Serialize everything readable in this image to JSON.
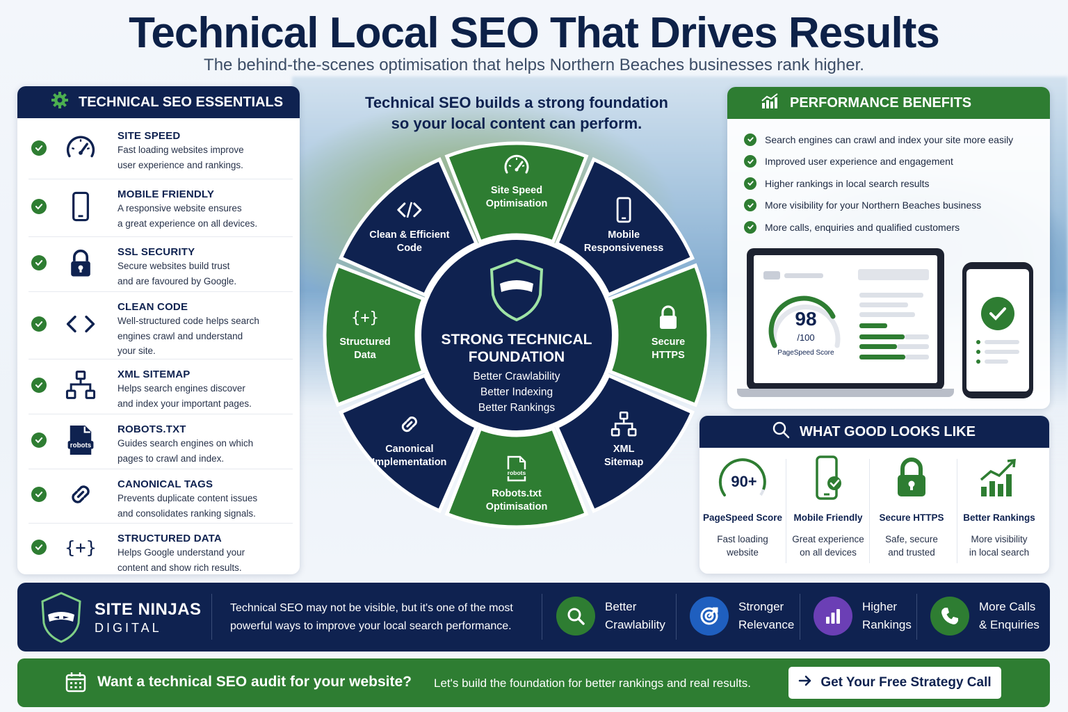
{
  "header": {
    "title": "Technical Local SEO That Drives Results",
    "subtitle": "The behind-the-scenes optimisation that helps Northern Beaches businesses rank higher."
  },
  "essentials": {
    "heading": "TECHNICAL SEO ESSENTIALS",
    "items": [
      {
        "title": "SITE SPEED",
        "desc_lines": [
          "Fast loading websites improve",
          "user experience and rankings."
        ],
        "icon": "speedometer-icon"
      },
      {
        "title": "MOBILE FRIENDLY",
        "desc_lines": [
          "A responsive website ensures",
          "a great experience on all devices."
        ],
        "icon": "smartphone-icon"
      },
      {
        "title": "SSL SECURITY",
        "desc_lines": [
          "Secure websites build trust",
          "and are favoured by Google."
        ],
        "icon": "padlock-icon"
      },
      {
        "title": "CLEAN CODE",
        "desc_lines": [
          "Well-structured code helps search",
          "engines crawl and understand",
          "your site."
        ],
        "icon": "code-brackets-icon"
      },
      {
        "title": "XML SITEMAP",
        "desc_lines": [
          "Helps search engines discover",
          "and index your important pages."
        ],
        "icon": "sitemap-icon"
      },
      {
        "title": "ROBOTS.TXT",
        "desc_lines": [
          "Guides search engines on which",
          "pages to crawl and index."
        ],
        "icon": "robots-file-icon",
        "icon_text": "robots"
      },
      {
        "title": "CANONICAL TAGS",
        "desc_lines": [
          "Prevents duplicate content issues",
          "and consolidates ranking signals."
        ],
        "icon": "chain-link-icon"
      },
      {
        "title": "STRUCTURED DATA",
        "desc_lines": [
          "Helps Google understand your",
          "content and show rich results."
        ],
        "icon": "curly-braces-icon",
        "icon_text": "{+}"
      }
    ]
  },
  "center": {
    "heading_lines": [
      "Technical SEO builds a strong foundation",
      "so your local content can perform."
    ],
    "core_title_lines": [
      "STRONG TECHNICAL",
      "FOUNDATION"
    ],
    "core_lines": [
      "Better Crawlability",
      "Better Indexing",
      "Better Rankings"
    ],
    "segments": [
      {
        "label_lines": [
          "Site Speed",
          "Optimisation"
        ],
        "icon": "speedometer-icon",
        "color": "#2e7d32"
      },
      {
        "label_lines": [
          "Mobile",
          "Responsiveness"
        ],
        "icon": "smartphone-icon",
        "color": "#0f2250"
      },
      {
        "label_lines": [
          "Secure",
          "HTTPS"
        ],
        "icon": "padlock-icon",
        "color": "#2e7d32"
      },
      {
        "label_lines": [
          "XML",
          "Sitemap"
        ],
        "icon": "sitemap-icon",
        "color": "#0f2250"
      },
      {
        "label_lines": [
          "Robots.txt",
          "Optimisation"
        ],
        "icon": "robots-file-icon",
        "icon_text": "robots",
        "color": "#2e7d32"
      },
      {
        "label_lines": [
          "Canonical",
          "Implementation"
        ],
        "icon": "chain-link-icon",
        "color": "#0f2250"
      },
      {
        "label_lines": [
          "Structured",
          "Data"
        ],
        "icon": "curly-braces-icon",
        "icon_text": "{+}",
        "color": "#2e7d32"
      },
      {
        "label_lines": [
          "Clean & Efficient",
          "Code"
        ],
        "icon": "code-brackets-icon",
        "color": "#0f2250"
      }
    ]
  },
  "benefits": {
    "heading": "PERFORMANCE BENEFITS",
    "items": [
      "Search engines can crawl and index your site more easily",
      "Improved user experience and engagement",
      "Higher rankings in local search results",
      "More visibility for your Northern Beaches business",
      "More calls, enquiries and qualified customers"
    ],
    "laptop_score": "98",
    "laptop_score_total": "/100",
    "laptop_score_label": "PageSpeed Score"
  },
  "good": {
    "heading": "WHAT GOOD LOOKS LIKE",
    "items": [
      {
        "badge": "90+",
        "label": "PageSpeed Score",
        "desc_lines": [
          "Fast loading",
          "website"
        ],
        "icon": "gauge-ring-icon"
      },
      {
        "label": "Mobile Friendly",
        "desc_lines": [
          "Great experience",
          "on all devices"
        ],
        "icon": "phone-check-icon"
      },
      {
        "label": "Secure HTTPS",
        "desc_lines": [
          "Safe, secure",
          "and trusted"
        ],
        "icon": "padlock-icon"
      },
      {
        "label": "Better Rankings",
        "desc_lines": [
          "More visibility",
          "in local search"
        ],
        "icon": "bar-chart-up-icon"
      }
    ]
  },
  "banner": {
    "brand_line1": "SITE NINJAS",
    "brand_line2": "DIGITAL",
    "message_lines": [
      "Technical SEO may not be visible, but it's one of the most",
      "powerful ways to improve your local search performance."
    ],
    "features": [
      {
        "lines": [
          "Better",
          "Crawlability"
        ],
        "icon": "magnifier-icon",
        "color": "#2e7d32"
      },
      {
        "lines": [
          "Stronger",
          "Relevance"
        ],
        "icon": "target-icon",
        "color": "#1f5fbf"
      },
      {
        "lines": [
          "Higher",
          "Rankings"
        ],
        "icon": "bar-chart-icon",
        "color": "#6b3fb5"
      },
      {
        "lines": [
          "More Calls",
          "& Enquiries"
        ],
        "icon": "phone-icon",
        "color": "#2e7d32"
      }
    ]
  },
  "cta": {
    "question": "Want a technical SEO audit for your website?",
    "message": "Let's build the foundation for better rankings and real results.",
    "button_label": "Get Your Free Strategy Call"
  }
}
